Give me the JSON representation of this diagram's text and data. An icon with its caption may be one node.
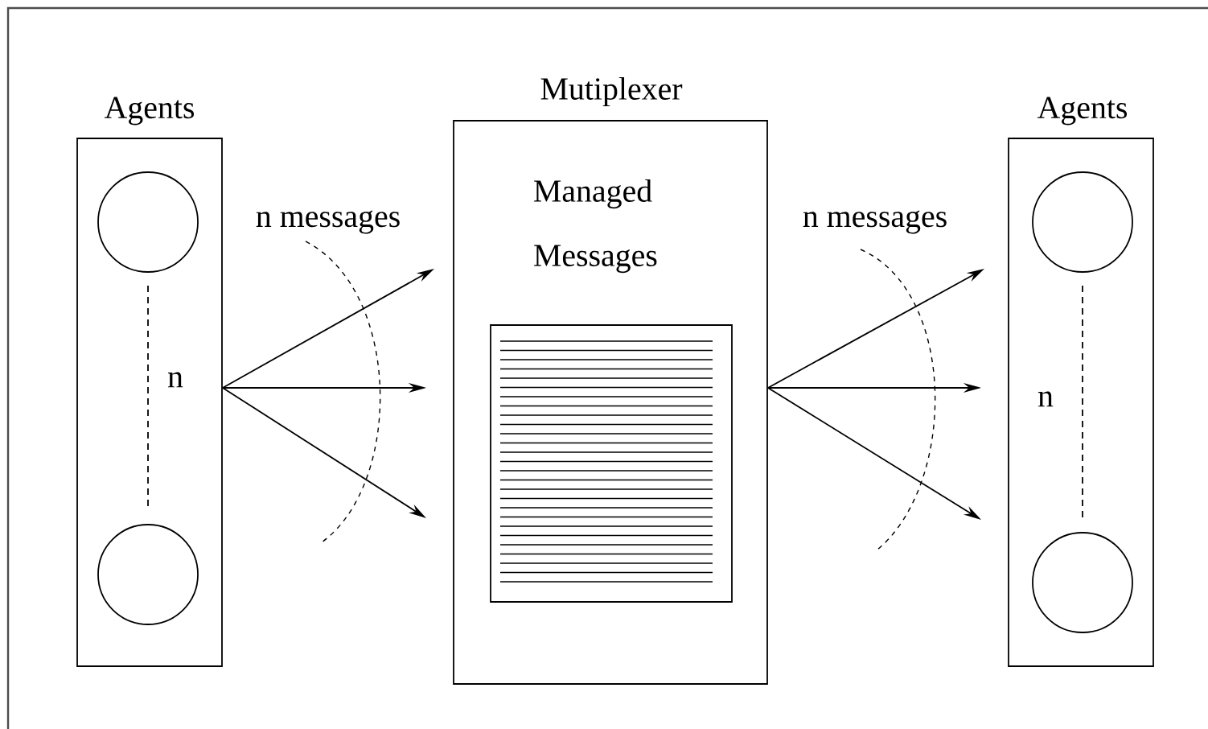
{
  "diagram": {
    "nodes": [
      {
        "text": [
          "Agents",
          "n"
        ]
      },
      {
        "text": [],
        "shape": "circle",
        "in": 0
      },
      {
        "text": [],
        "shape": "circle",
        "in": 0
      },
      {
        "text": [
          "Mutiplexer",
          "Managed Messages"
        ]
      },
      {
        "text": [],
        "shape": "box",
        "in": 3
      },
      {
        "text": [
          "Agents",
          "n"
        ]
      },
      {
        "text": [],
        "shape": "circle",
        "in": 5
      },
      {
        "text": [],
        "shape": "circle",
        "in": 5
      }
    ],
    "edges": [
      {
        "from": 1,
        "to": 2,
        "arrow": "none",
        "style": "dashed"
      },
      {
        "from": 0,
        "to": null,
        "arrow": "to"
      },
      {
        "from": 0,
        "to": null,
        "arrow": "to"
      },
      {
        "from": 0,
        "to": null,
        "arrow": "to"
      },
      {
        "from": 3,
        "to": null,
        "arrow": "to"
      },
      {
        "from": 3,
        "to": null,
        "arrow": "to"
      },
      {
        "from": 3,
        "to": null,
        "arrow": "to"
      },
      {
        "from": 6,
        "to": 7,
        "arrow": "none",
        "style": "dashed"
      }
    ],
    "labels": [
      "n messages",
      "n messages"
    ]
  }
}
